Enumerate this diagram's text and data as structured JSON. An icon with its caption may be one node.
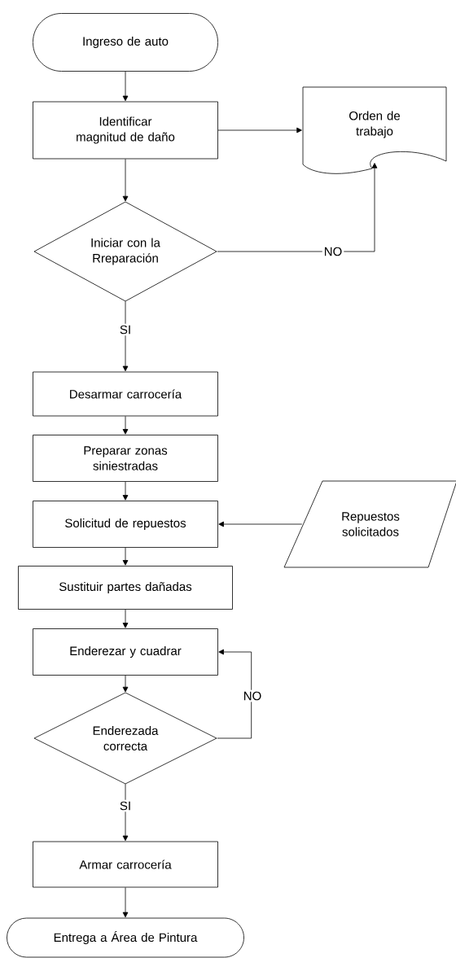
{
  "diagram": {
    "nodes": [
      {
        "text": [
          "Ingreso de auto"
        ]
      },
      {
        "text": [
          "Identificar magnitud de daño"
        ]
      },
      {
        "text": [
          "Orden de trabajo"
        ]
      },
      {
        "text": [
          "Iniciar con la Rreparación"
        ]
      },
      {
        "text": [
          "Desarmar carrocería"
        ]
      },
      {
        "text": [
          "Preparar zonas siniestradas"
        ]
      },
      {
        "text": [
          "Solicitud de repuestos"
        ]
      },
      {
        "text": [
          "Repuestos solicitados"
        ]
      },
      {
        "text": [
          "Sustituir partes dañadas"
        ]
      },
      {
        "text": [
          "Enderezar y cuadrar"
        ]
      },
      {
        "text": [
          "Enderezada correcta"
        ]
      },
      {
        "text": [
          "Armar carrocería"
        ]
      },
      {
        "text": [
          "Entrega a Área de Pintura"
        ]
      }
    ],
    "edges": [
      {
        "from": 0,
        "to": 1,
        "arrow": "to"
      },
      {
        "from": 1,
        "to": 2,
        "arrow": "to"
      },
      {
        "from": 1,
        "to": 3,
        "arrow": "to"
      },
      {
        "from": 3,
        "to": 2,
        "arrow": "to",
        "label": "NO"
      },
      {
        "from": 3,
        "to": 4,
        "arrow": "to",
        "label": "SI"
      },
      {
        "from": 4,
        "to": 5,
        "arrow": "to"
      },
      {
        "from": 5,
        "to": 6,
        "arrow": "to"
      },
      {
        "from": 7,
        "to": 6,
        "arrow": "to"
      },
      {
        "from": 6,
        "to": 8,
        "arrow": "to"
      },
      {
        "from": 8,
        "to": 9,
        "arrow": "to"
      },
      {
        "from": 9,
        "to": 10,
        "arrow": "to"
      },
      {
        "from": 10,
        "to": 9,
        "arrow": "to",
        "label": "NO"
      },
      {
        "from": 10,
        "to": 11,
        "arrow": "to",
        "label": "SI"
      },
      {
        "from": 11,
        "to": 12,
        "arrow": "to"
      }
    ]
  }
}
